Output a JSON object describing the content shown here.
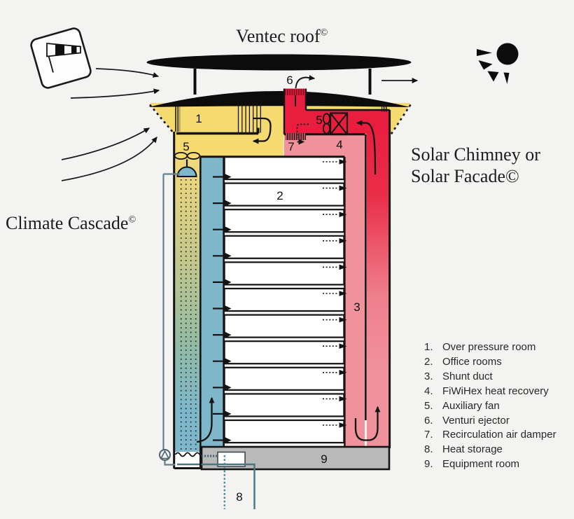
{
  "titles": {
    "ventec": "Ventec roof",
    "copyright": "©",
    "solar1": "Solar Chimney or",
    "solar2": "Solar Facade",
    "climate": "Climate Cascade"
  },
  "legend": {
    "items": [
      {
        "num": "1.",
        "label": "Over pressure room"
      },
      {
        "num": "2.",
        "label": "Office rooms"
      },
      {
        "num": "3.",
        "label": "Shunt duct"
      },
      {
        "num": "4.",
        "label": "FiWiHex heat recovery"
      },
      {
        "num": "5.",
        "label": "Auxiliary fan"
      },
      {
        "num": "6.",
        "label": "Venturi ejector"
      },
      {
        "num": "7.",
        "label": "Recirculation air damper"
      },
      {
        "num": "8.",
        "label": "Heat storage"
      },
      {
        "num": "9.",
        "label": "Equipment room"
      }
    ]
  },
  "callouts": {
    "c1": "1",
    "c2": "2",
    "c3": "3",
    "c4": "4",
    "c5a": "5",
    "c5b": "5",
    "c6": "6",
    "c7": "7",
    "c8": "8",
    "c9": "9"
  },
  "building": {
    "office_floor_count": 11,
    "cascade_spray_columns": 4
  },
  "icons": [
    "wind-sock-icon",
    "sun-icon"
  ],
  "colors": {
    "background": "#f3f3f1",
    "overpressure_yellow": "#f5da70",
    "hot_red": "#e91d3d",
    "shunt_pink": "#f0929b",
    "fresh_air_blue": "#7db7c9",
    "equipment_gray": "#b9b9b9",
    "cascade_mid_olive": "#b3c08f",
    "pipe_teal": "#4a7585",
    "line_black": "#141414"
  }
}
